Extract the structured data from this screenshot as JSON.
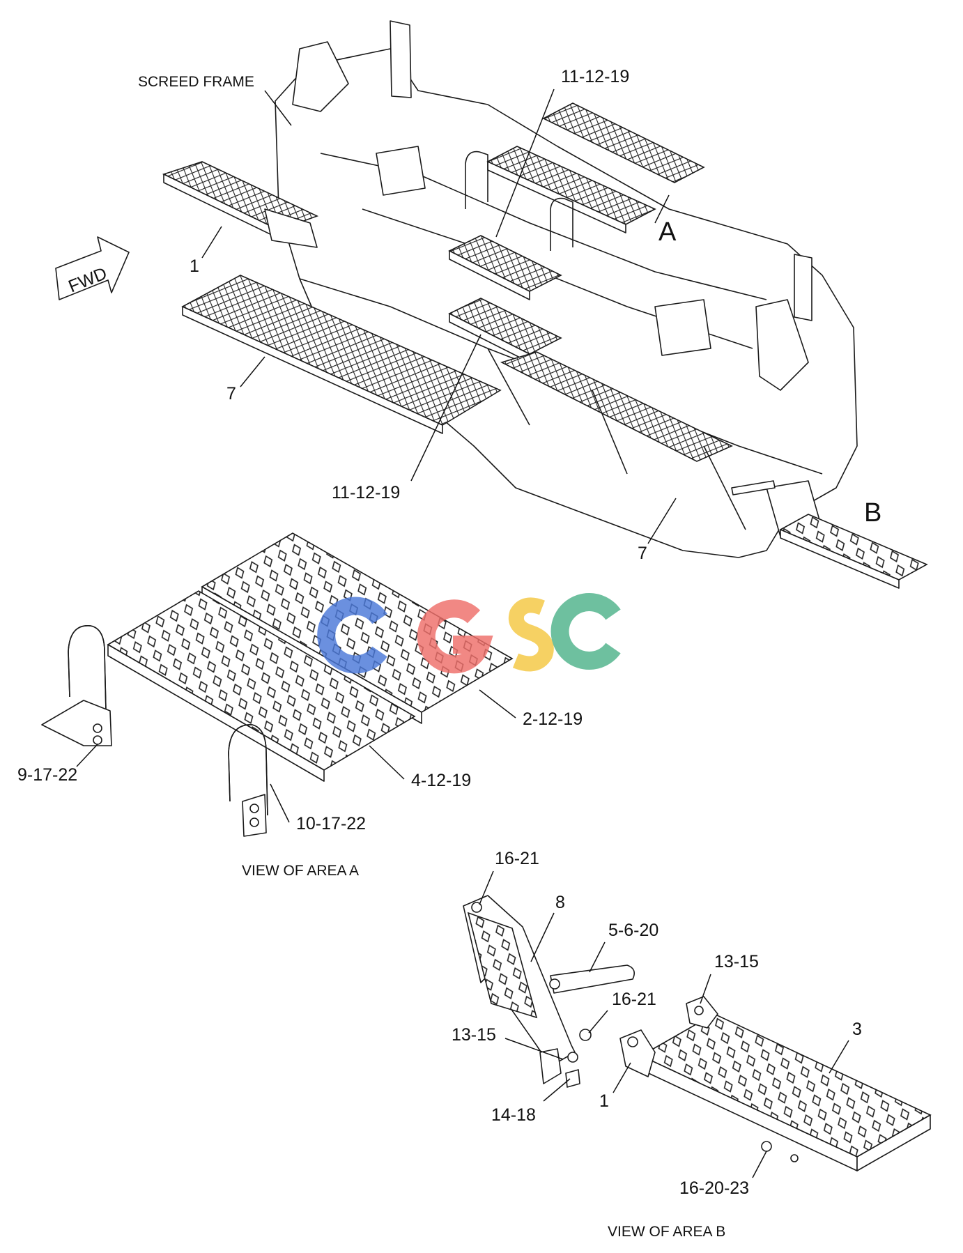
{
  "diagram": {
    "title_labels": {
      "screed_frame": "SCREED FRAME",
      "fwd": "FWD",
      "area_a_marker": "A",
      "area_b_marker": "B"
    },
    "callouts_main": [
      {
        "id": "c1-top",
        "text": "11-12-19"
      },
      {
        "id": "c-1",
        "text": "1"
      },
      {
        "id": "c-7-left",
        "text": "7"
      },
      {
        "id": "c2-bottom",
        "text": "11-12-19"
      },
      {
        "id": "c-7-right",
        "text": "7"
      }
    ],
    "callouts_area_a": [
      {
        "id": "a-2-12-19",
        "text": "2-12-19"
      },
      {
        "id": "a-9-17-22",
        "text": "9-17-22"
      },
      {
        "id": "a-4-12-19",
        "text": "4-12-19"
      },
      {
        "id": "a-10-17-22",
        "text": "10-17-22"
      }
    ],
    "callouts_area_b": [
      {
        "id": "b-16-21-top",
        "text": "16-21"
      },
      {
        "id": "b-8",
        "text": "8"
      },
      {
        "id": "b-5-6-20",
        "text": "5-6-20"
      },
      {
        "id": "b-13-15-right",
        "text": "13-15"
      },
      {
        "id": "b-16-21-mid",
        "text": "16-21"
      },
      {
        "id": "b-3",
        "text": "3"
      },
      {
        "id": "b-13-15-left",
        "text": "13-15"
      },
      {
        "id": "b-1",
        "text": "1"
      },
      {
        "id": "b-14-18",
        "text": "14-18"
      },
      {
        "id": "b-16-20-23",
        "text": "16-20-23"
      }
    ],
    "view_titles": {
      "area_a": "VIEW OF AREA A",
      "area_b": "VIEW OF AREA B"
    },
    "watermark": {
      "text": "CGSC",
      "colors": [
        "#4a78d8",
        "#ef6f6a",
        "#f5c842",
        "#4fb38a"
      ]
    }
  }
}
